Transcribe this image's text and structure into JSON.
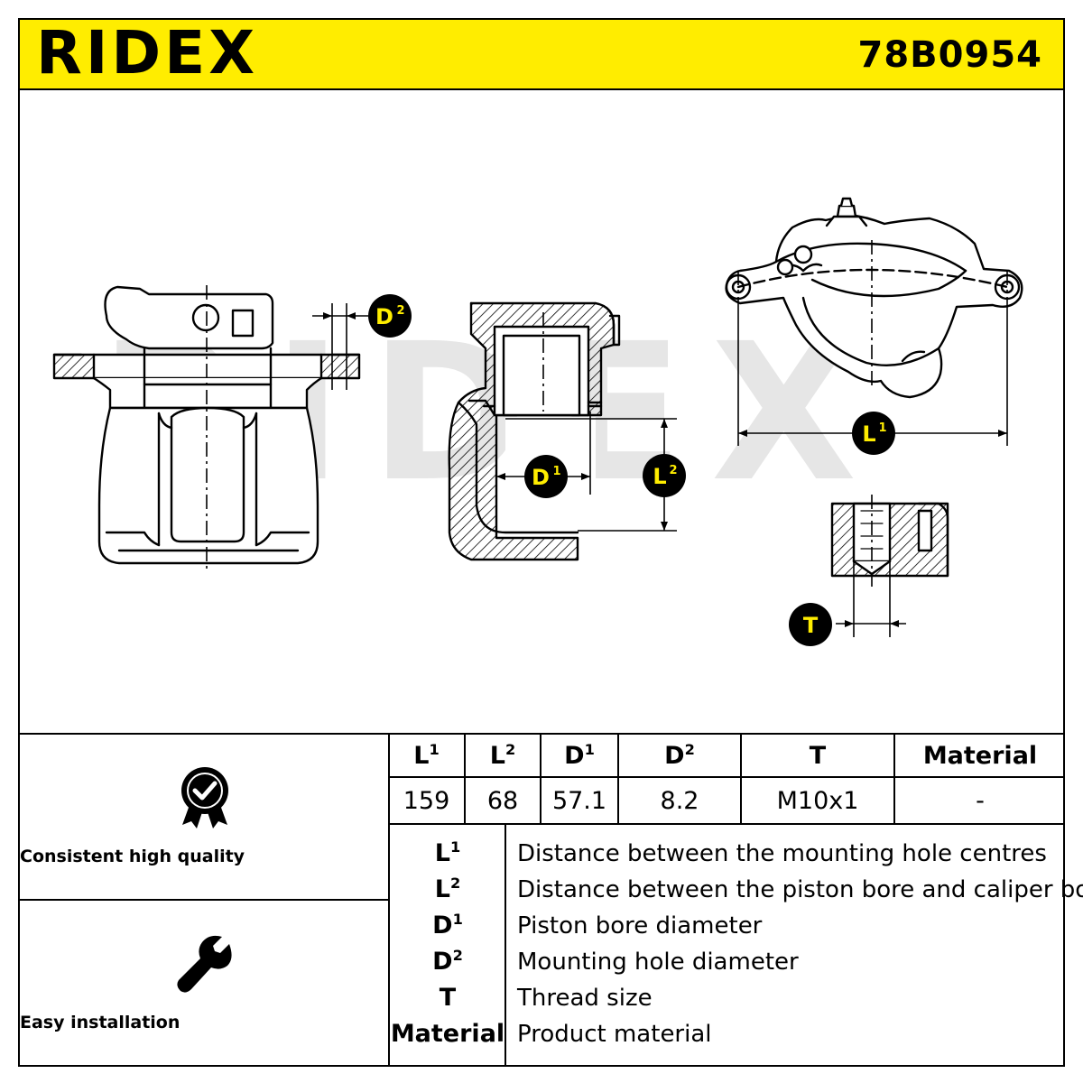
{
  "brand": "RIDEX",
  "part_number": "78B0954",
  "labels": {
    "L1": "L",
    "L2": "L",
    "D1": "D",
    "D2": "D",
    "T": "T",
    "sup1": "1",
    "sup2": "2"
  },
  "features": [
    {
      "label": "Consistent high quality",
      "icon": "quality-badge-icon"
    },
    {
      "label": "Easy installation",
      "icon": "wrench-icon"
    }
  ],
  "spec_table": {
    "headers": [
      {
        "base": "L",
        "sup": "1"
      },
      {
        "base": "L",
        "sup": "2"
      },
      {
        "base": "D",
        "sup": "1"
      },
      {
        "base": "D",
        "sup": "2"
      },
      {
        "base": "T",
        "sup": ""
      },
      {
        "base": "Material",
        "sup": ""
      }
    ],
    "values": [
      "159",
      "68",
      "57.1",
      "8.2",
      "M10x1",
      "-"
    ]
  },
  "legend": [
    {
      "base": "L",
      "sup": "1",
      "desc": "Distance between the mounting hole centres"
    },
    {
      "base": "L",
      "sup": "2",
      "desc": "Distance between the piston bore and caliper body"
    },
    {
      "base": "D",
      "sup": "1",
      "desc": "Piston bore diameter"
    },
    {
      "base": "D",
      "sup": "2",
      "desc": "Mounting hole diameter"
    },
    {
      "base": "T",
      "sup": "",
      "desc": "Thread size"
    },
    {
      "base": "Material",
      "sup": "",
      "desc": "Product material"
    }
  ],
  "colors": {
    "accent": "#ffed00",
    "line": "#000000",
    "watermark": "#e6e6e6"
  }
}
